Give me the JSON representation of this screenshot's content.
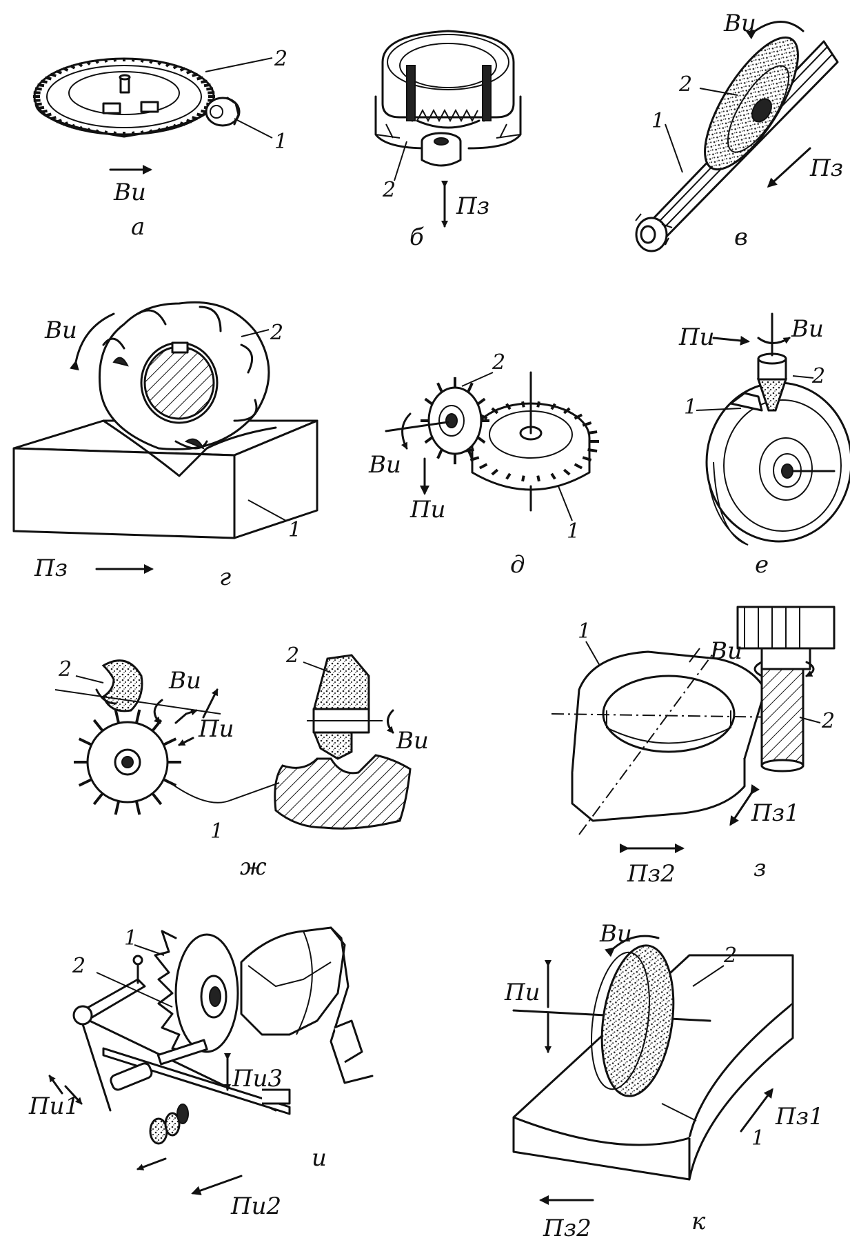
{
  "panels": [
    {
      "id": "a",
      "caption": "а",
      "parts": [
        "1",
        "2"
      ],
      "motions": [
        "Bи"
      ]
    },
    {
      "id": "b",
      "caption": "б",
      "parts": [
        "2"
      ],
      "motions": [
        "Пз"
      ]
    },
    {
      "id": "v",
      "caption": "в",
      "parts": [
        "1",
        "2"
      ],
      "motions": [
        "Bи",
        "Пз"
      ]
    },
    {
      "id": "g",
      "caption": "г",
      "parts": [
        "1",
        "2"
      ],
      "motions": [
        "Bи",
        "Пз"
      ]
    },
    {
      "id": "d",
      "caption": "д",
      "parts": [
        "1",
        "2"
      ],
      "motions": [
        "Bи",
        "Пи"
      ]
    },
    {
      "id": "e",
      "caption": "е",
      "parts": [
        "1",
        "2"
      ],
      "motions": [
        "Пи",
        "Bи"
      ]
    },
    {
      "id": "zh",
      "caption": "ж",
      "parts": [
        "1",
        "2",
        "2"
      ],
      "motions": [
        "Bи",
        "Пи",
        "Bи"
      ]
    },
    {
      "id": "z",
      "caption": "з",
      "parts": [
        "1",
        "2"
      ],
      "motions": [
        "Bи",
        "Пз1",
        "Пз2"
      ]
    },
    {
      "id": "i",
      "caption": "и",
      "parts": [
        "1",
        "2"
      ],
      "motions": [
        "Пи1",
        "Пи3",
        "Пи2"
      ]
    },
    {
      "id": "k",
      "caption": "к",
      "parts": [
        "1",
        "2"
      ],
      "motions": [
        "Bи",
        "Пи",
        "Пз1",
        "Пз2"
      ]
    }
  ]
}
